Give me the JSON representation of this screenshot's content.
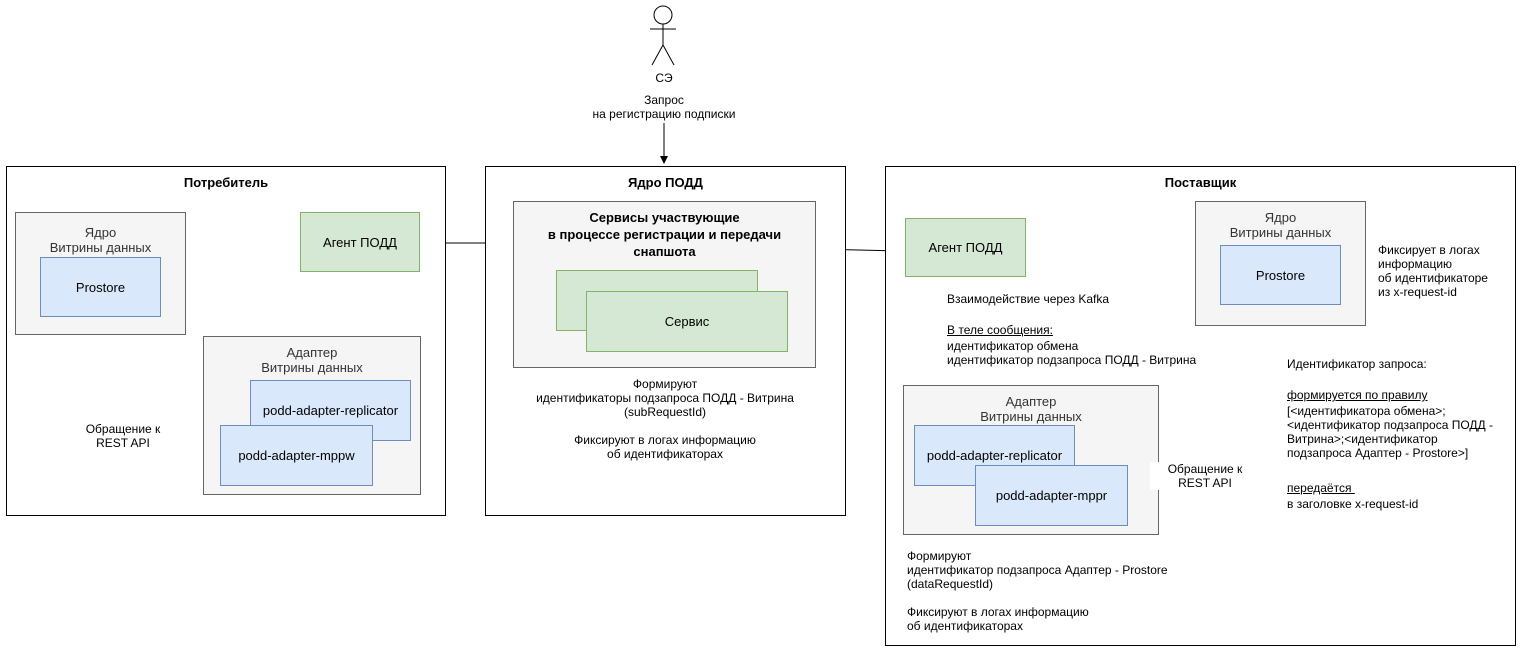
{
  "actor": {
    "label": "СЭ",
    "request": "Запрос\nна регистрацию подписки"
  },
  "consumer": {
    "title": "Потребитель",
    "core": {
      "title": "Ядро\nВитрины данных",
      "prostore": "Prostore"
    },
    "agent": "Агент ПОДД",
    "adapter": {
      "title": "Адаптер\nВитрины данных",
      "replicator": "podd-adapter-replicator",
      "mppw": "podd-adapter-mppw"
    },
    "rest_label": "Обращение к\nREST API"
  },
  "core_podd": {
    "title": "Ядро ПОДД",
    "services_title": "Сервисы участвующие\nв процессе регистрации и передачи\nснапшота",
    "service": "Сервис",
    "note": "Формируют\nидентификаторы подзапроса ПОДД - Витрина\n(subRequestId)\n\nФиксируют в логах информацию\nоб идентификаторах"
  },
  "supplier": {
    "title": "Поставщик",
    "agent": "Агент ПОДД",
    "core": {
      "title": "Ядро\nВитрины данных",
      "prostore": "Prostore"
    },
    "core_note": "Фиксирует в логах\nинформацию\nоб идентификаторе\nиз x-request-id",
    "kafka_label": "Взаимодействие через Kafka",
    "body_heading": "В теле сообщения:",
    "body_lines": "идентификатор обмена\nидентификатор подзапроса ПОДД - Витрина",
    "adapter": {
      "title": "Адаптер\nВитрины данных",
      "replicator": "podd-adapter-replicator",
      "mppr": "podd-adapter-mppr"
    },
    "rest_label": "Обращение к\nREST API",
    "reqid_title": "Идентификатор запроса:",
    "reqid_rule_heading": "формируется по правилу",
    "reqid_rule": "[<идентификатора обмена>;\n<идентификатор подзапроса ПОДД -\nВитрина>;<идентификатор\nподзапроса Адаптер - Prostore>]",
    "reqid_passed_heading": "передаётся ",
    "reqid_passed": "в заголовке x-request-id",
    "adapter_note": "Формируют\nидентификатор подзапроса Адаптер - Prostore\n(dataRequestId)\n\nФиксируют в логах информацию\nоб идентификаторах"
  }
}
